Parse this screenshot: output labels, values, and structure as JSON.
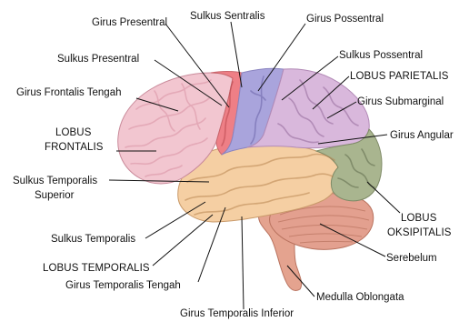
{
  "labels": {
    "girus_presentral": "Girus Presentral",
    "sulkus_sentralis": "Sulkus Sentralis",
    "girus_possentral": "Girus Possentral",
    "sulkus_presentral": "Sulkus Presentral",
    "sulkus_possentral": "Sulkus Possentral",
    "lobus_parietalis": "LOBUS PARIETALIS",
    "girus_frontalis_tengah": "Girus Frontalis Tengah",
    "girus_submarginal": "Girus Submarginal",
    "lobus_frontalis_line1": "LOBUS",
    "lobus_frontalis_line2": "FRONTALIS",
    "girus_angular": "Girus Angular",
    "sulkus_temporalis_superior_line1": "Sulkus Temporalis",
    "sulkus_temporalis_superior_line2": "Superior",
    "lobus_oksipitalis_line1": "LOBUS",
    "lobus_oksipitalis_line2": "OKSIPITALIS",
    "sulkus_temporalis": "Sulkus Temporalis",
    "serebelum": "Serebelum",
    "lobus_temporalis": "LOBUS TEMPORALIS",
    "girus_temporalis_tengah": "Girus Temporalis Tengah",
    "medulla_oblongata": "Medulla Oblongata",
    "girus_temporalis_inferior": "Girus Temporalis Inferior"
  },
  "colors": {
    "frontal_lobe": "#f2c6d0",
    "frontal_lobe_dark": "#d992a4",
    "precentral_gyrus": "#ee7f86",
    "postcentral_gyrus": "#a9a4dc",
    "parietal_lobe": "#d9b8dc",
    "occipital_lobe": "#a9b58f",
    "temporal_lobe": "#f5cfa3",
    "cerebellum": "#e3a08f",
    "brainstem": "#e4a38f"
  }
}
